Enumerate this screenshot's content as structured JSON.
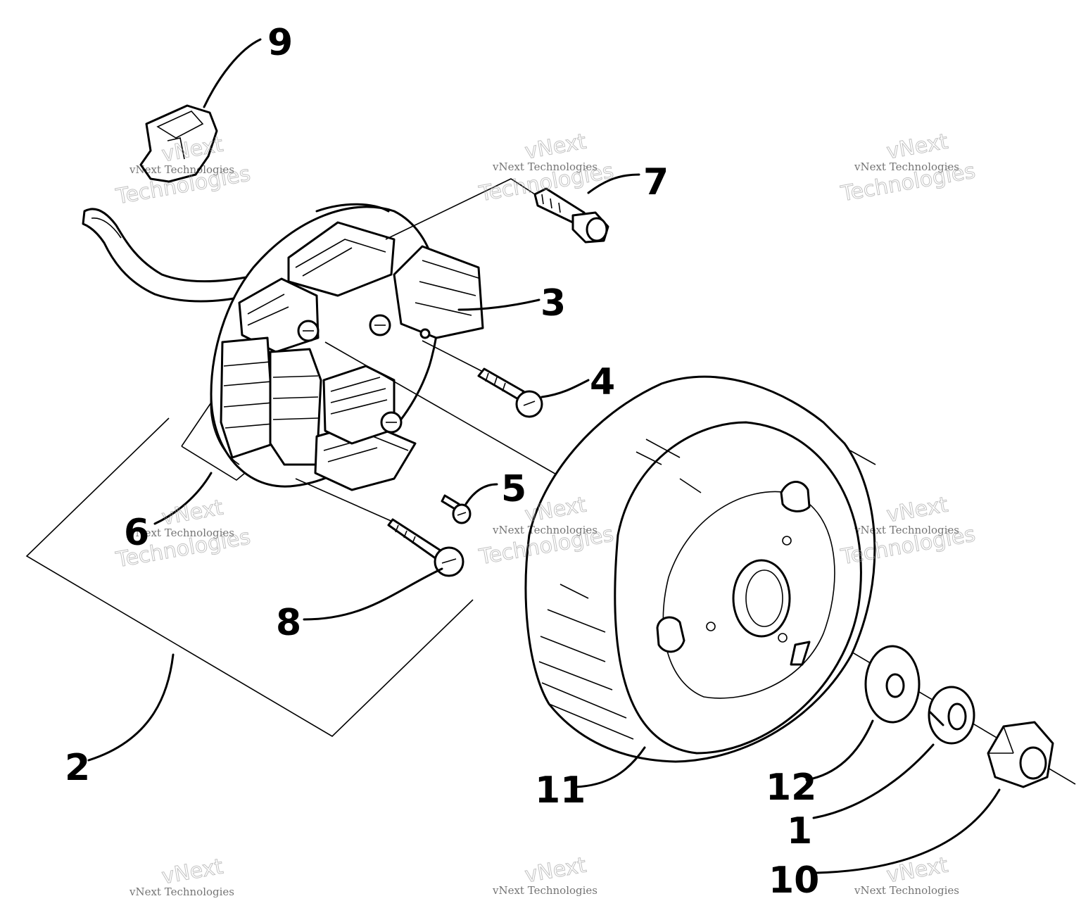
{
  "callouts": [
    {
      "id": "1",
      "text": "1"
    },
    {
      "id": "2",
      "text": "2"
    },
    {
      "id": "3",
      "text": "3"
    },
    {
      "id": "4",
      "text": "4"
    },
    {
      "id": "5",
      "text": "5"
    },
    {
      "id": "6",
      "text": "6"
    },
    {
      "id": "7",
      "text": "7"
    },
    {
      "id": "8",
      "text": "8"
    },
    {
      "id": "9",
      "text": "9"
    },
    {
      "id": "10",
      "text": "10"
    },
    {
      "id": "11",
      "text": "11"
    },
    {
      "id": "12",
      "text": "12"
    }
  ],
  "watermark": {
    "line1": "vNext Technologies",
    "line2_a": "vNext",
    "line2_b": "Technologies"
  }
}
